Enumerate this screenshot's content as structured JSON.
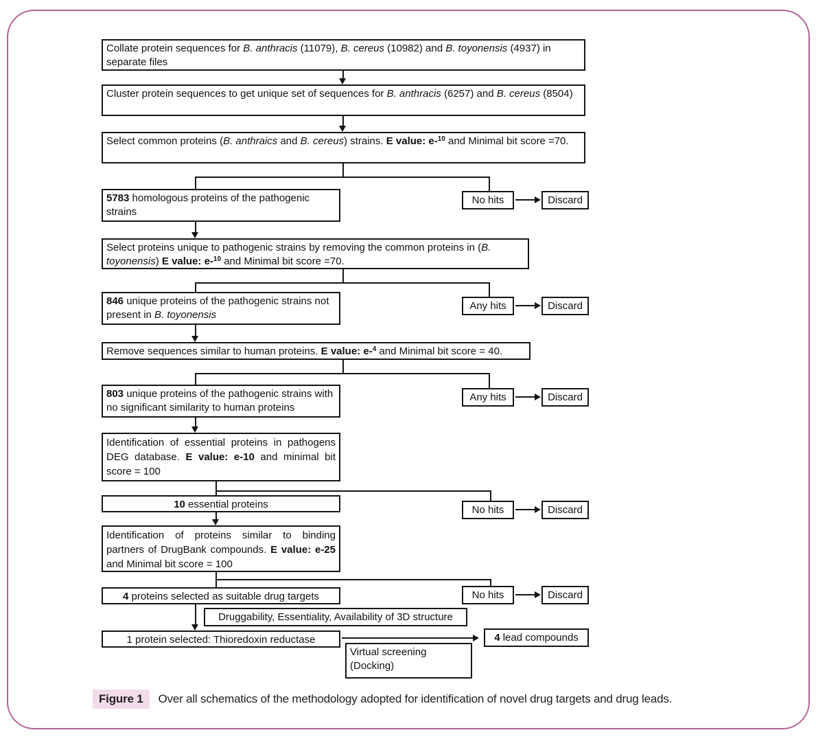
{
  "figure": {
    "caption_label": "Figure 1",
    "caption_text": "Over all schematics of the methodology adopted for identification of novel drug targets and drug leads.",
    "colors": {
      "accent_border": "#b16397",
      "caption_highlight": "#f3dcea"
    }
  },
  "flowchart": {
    "boxes": {
      "collate": {
        "segments": [
          {
            "t": "Collate protein sequences for "
          },
          {
            "t": "B. anthracis",
            "s": "i"
          },
          {
            "t": " (11079), "
          },
          {
            "t": "B. cereus",
            "s": "i"
          },
          {
            "t": " (10982) and "
          },
          {
            "t": "B. toyonensis",
            "s": "i"
          },
          {
            "t": " (4937) in separate files"
          }
        ]
      },
      "cluster": {
        "segments": [
          {
            "t": "Cluster protein sequences to get unique set of sequences for "
          },
          {
            "t": "B. anthracis",
            "s": "i"
          },
          {
            "t": " (6257) and "
          },
          {
            "t": "B. cereus",
            "s": "i"
          },
          {
            "t": " (8504)"
          }
        ]
      },
      "select_common": {
        "segments": [
          {
            "t": "Select common proteins ("
          },
          {
            "t": "B. anthraics",
            "s": "i"
          },
          {
            "t": " and "
          },
          {
            "t": "B. cereus",
            "s": "i"
          },
          {
            "t": ") strains. "
          },
          {
            "t": "E value: e-",
            "s": "b"
          },
          {
            "t": "10",
            "s": "b sup"
          },
          {
            "t": " and Minimal bit score =70."
          }
        ]
      },
      "homologous_5783": {
        "segments": [
          {
            "t": "5783",
            "s": "b"
          },
          {
            "t": " homologous proteins of the pathogenic strains"
          }
        ]
      },
      "select_unique": {
        "segments": [
          {
            "t": "Select proteins unique to pathogenic strains by removing the common proteins in ("
          },
          {
            "t": "B. toyonensis",
            "s": "i"
          },
          {
            "t": ") "
          },
          {
            "t": "E value: e-",
            "s": "b"
          },
          {
            "t": "10",
            "s": "b sup"
          },
          {
            "t": " and Minimal bit score =70."
          }
        ]
      },
      "unique_846": {
        "segments": [
          {
            "t": "846",
            "s": "b"
          },
          {
            "t": " unique proteins of the pathogenic strains not present in "
          },
          {
            "t": "B. toyonensis",
            "s": "i"
          }
        ]
      },
      "remove_human": {
        "segments": [
          {
            "t": "Remove sequences similar to human proteins. "
          },
          {
            "t": "E value: e-",
            "s": "b"
          },
          {
            "t": "4",
            "s": "b sup"
          },
          {
            "t": " and Minimal bit score = 40."
          }
        ]
      },
      "unique_803": {
        "segments": [
          {
            "t": "803",
            "s": "b"
          },
          {
            "t": " unique proteins of the pathogenic strains with no significant similarity to human proteins"
          }
        ]
      },
      "essential_id": {
        "segments": [
          {
            "t": "Identification of essential proteins in pathogens DEG database. "
          },
          {
            "t": "E value: e-10",
            "s": "b"
          },
          {
            "t": " and minimal bit score = 100"
          }
        ]
      },
      "essential_10": {
        "segments": [
          {
            "t": "10",
            "s": "b"
          },
          {
            "t": " essential proteins"
          }
        ]
      },
      "drugbank_id": {
        "segments": [
          {
            "t": "Identification of proteins similar to binding partners of DrugBank compounds. "
          },
          {
            "t": "E value: e-25",
            "s": "b"
          },
          {
            "t": " and Minimal bit score = 100"
          }
        ]
      },
      "targets_4": {
        "segments": [
          {
            "t": "4",
            "s": "b"
          },
          {
            "t": " proteins selected as suitable drug targets"
          }
        ]
      },
      "druggability": {
        "segments": [
          {
            "t": "Druggability, Essentiality, Availability of 3D structure"
          }
        ]
      },
      "protein_1": {
        "segments": [
          {
            "t": "1 protein selected: Thioredoxin reductase"
          }
        ]
      },
      "lead_4": {
        "segments": [
          {
            "t": "4",
            "s": "b"
          },
          {
            "t": " lead compounds"
          }
        ]
      },
      "virtual_screening": {
        "segments": [
          {
            "t": "Virtual screening"
          },
          {
            "br": true
          },
          {
            "t": "(Docking)"
          }
        ]
      }
    },
    "side_rows": [
      {
        "hit": "No hits",
        "action": "Discard"
      },
      {
        "hit": "Any hits",
        "action": "Discard"
      },
      {
        "hit": "Any hits",
        "action": "Discard"
      },
      {
        "hit": "No hits",
        "action": "Discard"
      },
      {
        "hit": "No hits",
        "action": "Discard"
      }
    ]
  }
}
